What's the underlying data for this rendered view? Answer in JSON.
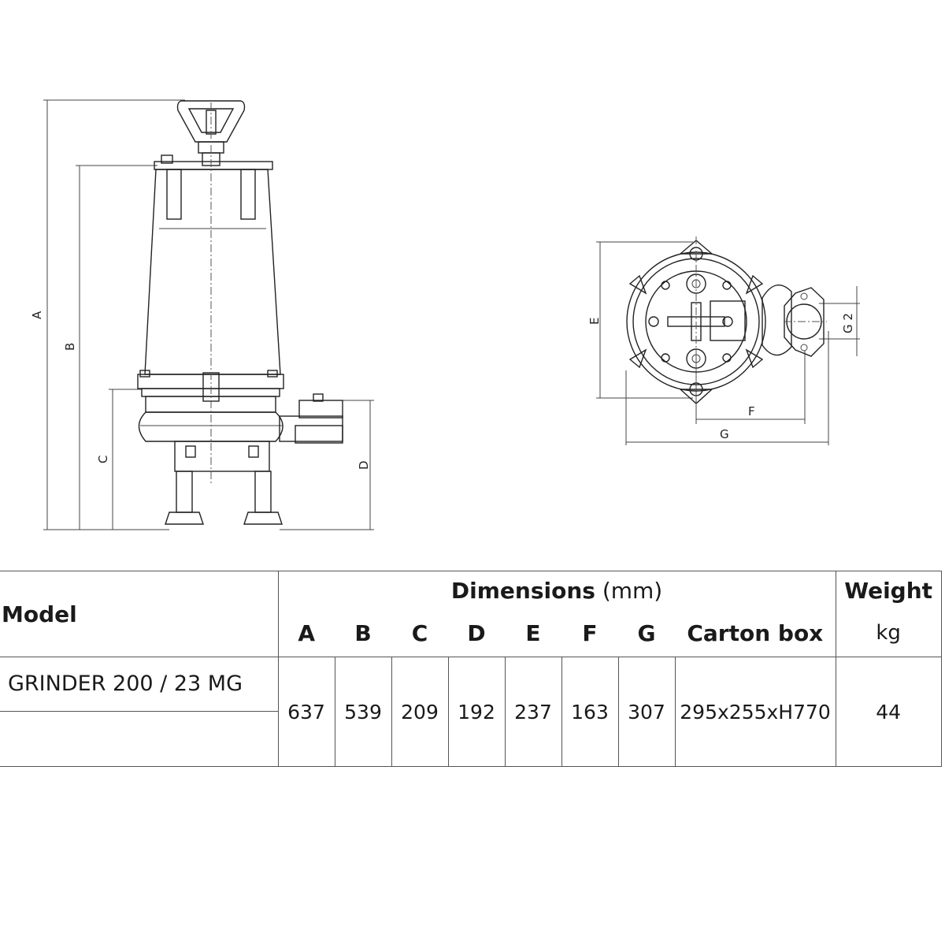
{
  "drawing": {
    "labels": {
      "A": "A",
      "B": "B",
      "C": "C",
      "D": "D",
      "E": "E",
      "F": "F",
      "G": "G",
      "G2": "G 2"
    }
  },
  "table": {
    "model_header": "Model",
    "dimensions_header": "Dimensions",
    "dimensions_unit": "(mm)",
    "weight_header": "Weight",
    "weight_unit": "kg",
    "columns": [
      "A",
      "B",
      "C",
      "D",
      "E",
      "F",
      "G",
      "Carton box"
    ],
    "rows": [
      {
        "model": "GRINDER 200 / 23 MG",
        "values": [
          "637",
          "539",
          "209",
          "192",
          "237",
          "163",
          "307",
          "295x255xH770"
        ],
        "weight": "44"
      }
    ]
  }
}
